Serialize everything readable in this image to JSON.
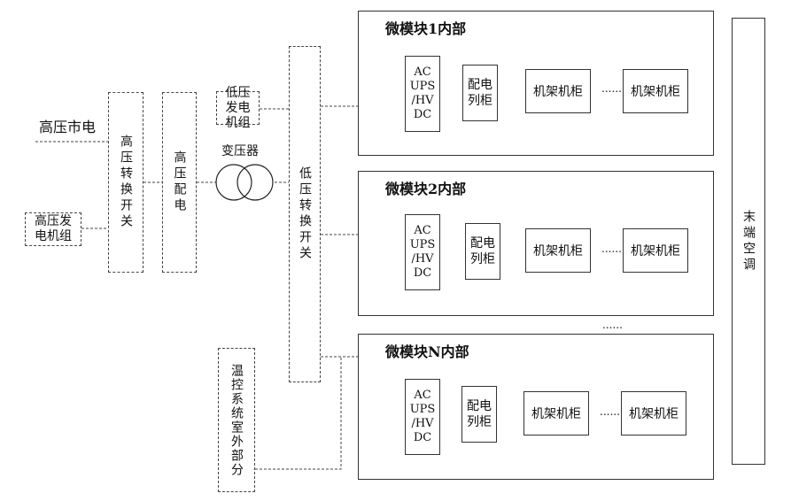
{
  "labels": {
    "grid": "高压市电",
    "hv_generator": "高压发电机组",
    "hv_switch": "高压转换开关",
    "hv_distribution": "高压配电",
    "lv_generator": "低压发电机组",
    "transformer": "变压器",
    "lv_switch": "低压转换开关",
    "cooling_outdoor": "温控系统室外部分",
    "terminal_ac": "末端空调",
    "ellipsis_between": "......"
  },
  "modules": [
    {
      "title": "微模块1内部",
      "ups": "AC UPS /HV DC",
      "pdu": "配电列柜",
      "rack_a": "机架机柜",
      "dots": "......",
      "rack_b": "机架机柜"
    },
    {
      "title": "微模块2内部",
      "ups": "AC UPS /HV DC",
      "pdu": "配电列柜",
      "rack_a": "机架机柜",
      "dots": "......",
      "rack_b": "机架机柜"
    },
    {
      "title": "微模块N内部",
      "ups": "AC UPS /HV DC",
      "pdu": "配电列柜",
      "rack_a": "机架机柜",
      "dots": "......",
      "rack_b": "机架机柜"
    }
  ]
}
